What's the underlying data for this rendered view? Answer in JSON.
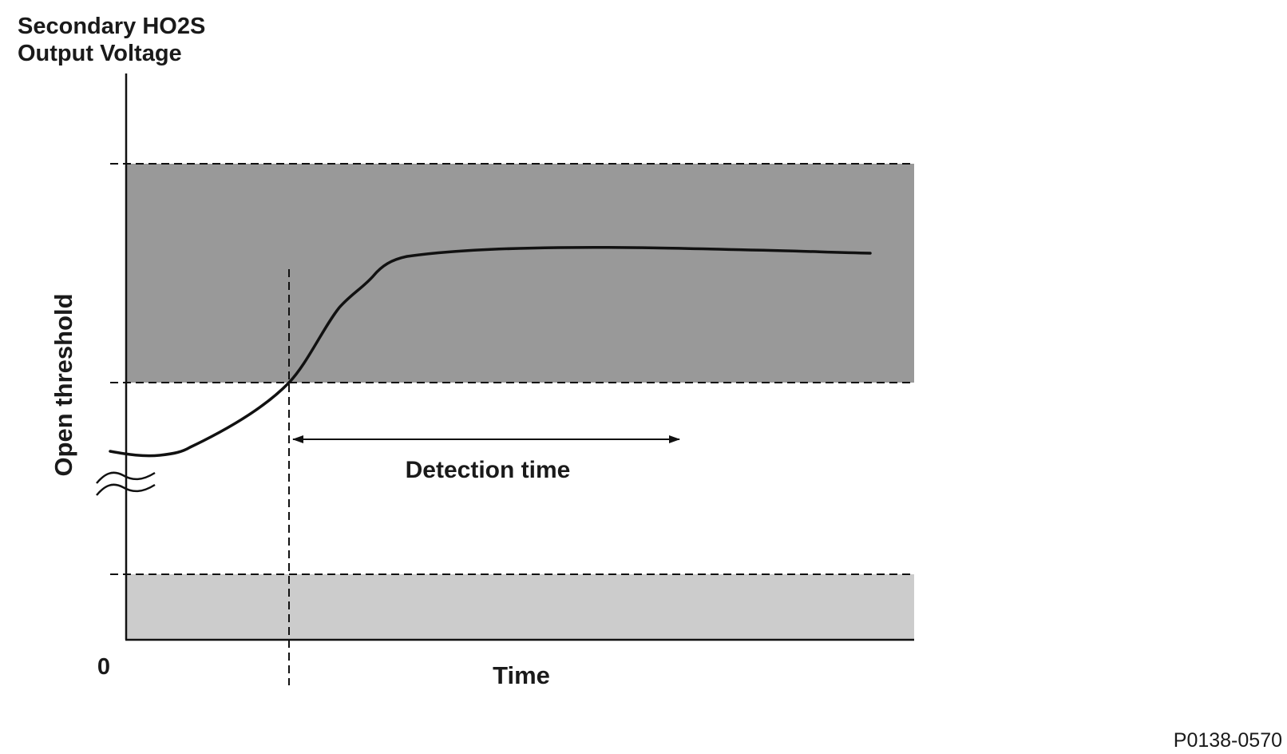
{
  "y_axis_title_line1": "Secondary HO2S",
  "y_axis_title_line2": "Output Voltage",
  "y_side_label": "Open threshold",
  "x_axis_label": "Time",
  "origin_label": "0",
  "detection_label": "Detection time",
  "figure_id": "P0138-0570",
  "colors": {
    "upper_band": "#999999",
    "lower_band": "#cccccc",
    "line": "#111111"
  }
}
